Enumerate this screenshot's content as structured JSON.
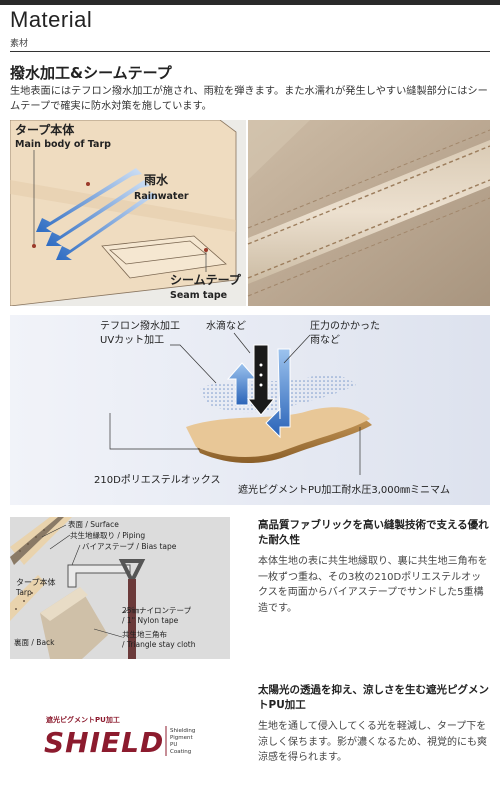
{
  "header": {
    "title": "Material",
    "subtitle": "素材"
  },
  "section": {
    "title": "撥水加工&シームテープ",
    "lead": "生地表面にはテフロン撥水加工が施され、雨粒を弾きます。また水濡れが発生しやすい縫製部分にはシームテープで確実に防水対策を施しています。"
  },
  "diagram1": {
    "tarp_label_jp": "タープ本体",
    "tarp_label_en": "Main body of Tarp",
    "rain_jp": "雨水",
    "rain_en": "Rainwater",
    "seam_jp": "シームテープ",
    "seam_en": "Seam tape"
  },
  "diagram2": {
    "coating_1": "テフロン撥水加工",
    "coating_2": "UVカット加工",
    "drops": "水滴など",
    "pressure_1": "圧力のかかった",
    "pressure_2": "雨など",
    "fabric": "210Dポリエステルオックス",
    "pu": "遮光ピグメントPU加工耐水圧3,000㎜ミニマム"
  },
  "diagram3": {
    "surface": "表面 / Surface",
    "piping": "共生地縁取り / Piping",
    "bias": "バイアステープ / Bias tape",
    "tarp_jp": "タープ本体",
    "tarp_en": "Tarp",
    "nylon_1": "25㎜ナイロンテープ",
    "nylon_2": "/ 1\" Nylon tape",
    "stay_1": "共生地三角布",
    "stay_2": "/ Triangle stay cloth",
    "back": "裏面 / Back"
  },
  "fabric_block": {
    "title": "高品質ファブリックを高い縫製技術で支える優れた耐久性",
    "body": "本体生地の表に共生地縁取り、裏に共生地三角布を一枚ずつ重ね、その3枚の210Dポリエステルオックスを両面からバイアステープでサンドした5重構造です。"
  },
  "shield_block": {
    "title": "太陽光の透過を抑え、涼しさを生む遮光ピグメントPU加工",
    "body": "生地を通して侵入してくる光を軽減し、タープ下を涼しく保ちます。影が濃くなるため、視覚的にも爽涼感を得られます。"
  },
  "shield_logo": {
    "tagline": "遮光ピグメントPU加工",
    "word": "SHIELD",
    "side_1": "Shielding",
    "side_2": "Pigment",
    "side_3": "PU",
    "side_4": "Coating"
  },
  "colors": {
    "tarp_fill": "#efdcc0",
    "arrow_blue": "#3d77c6",
    "panel_bg": "#e6e9f3",
    "fabric_brown": "#a97a3c",
    "logo_red": "#8c1b2e"
  }
}
